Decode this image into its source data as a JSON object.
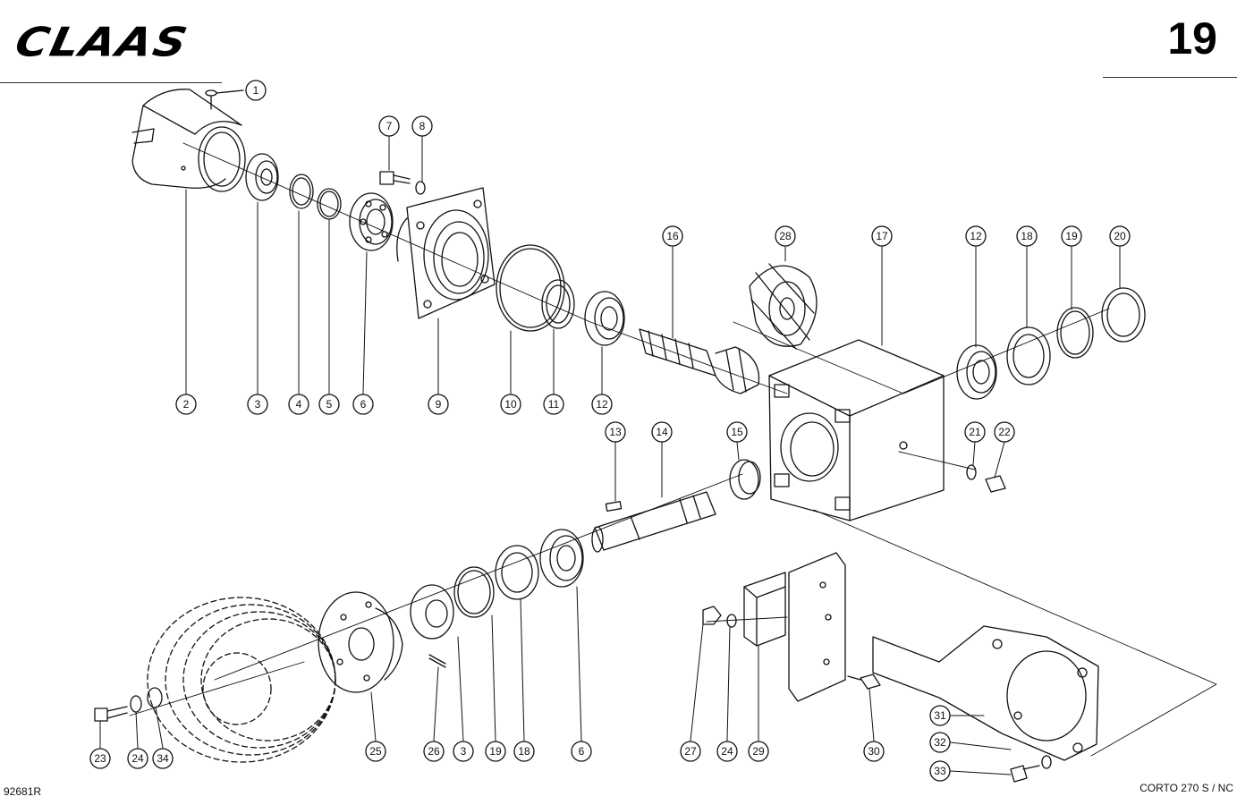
{
  "header": {
    "brand": "CLAAS",
    "page_number": "19"
  },
  "footer": {
    "document_code": "92681R",
    "model": "CORTO 270 S / NC"
  },
  "callouts": {
    "c1": "1",
    "c2": "2",
    "c3": "3",
    "c4": "4",
    "c5": "5",
    "c6": "6",
    "c7": "7",
    "c8": "8",
    "c9": "9",
    "c10": "10",
    "c11": "11",
    "c12": "12",
    "c16": "16",
    "c28": "28",
    "c17": "17",
    "c12b": "12",
    "c18": "18",
    "c19": "19",
    "c20": "20",
    "c13": "13",
    "c14": "14",
    "c15": "15",
    "c21": "21",
    "c22": "22",
    "c23": "23",
    "c24": "24",
    "c34": "34",
    "c25": "25",
    "c26": "26",
    "c3b": "3",
    "c19b": "19",
    "c18b": "18",
    "c6b": "6",
    "c27": "27",
    "c24b": "24",
    "c29": "29",
    "c30": "30",
    "c31": "31",
    "c32": "32",
    "c33": "33"
  }
}
